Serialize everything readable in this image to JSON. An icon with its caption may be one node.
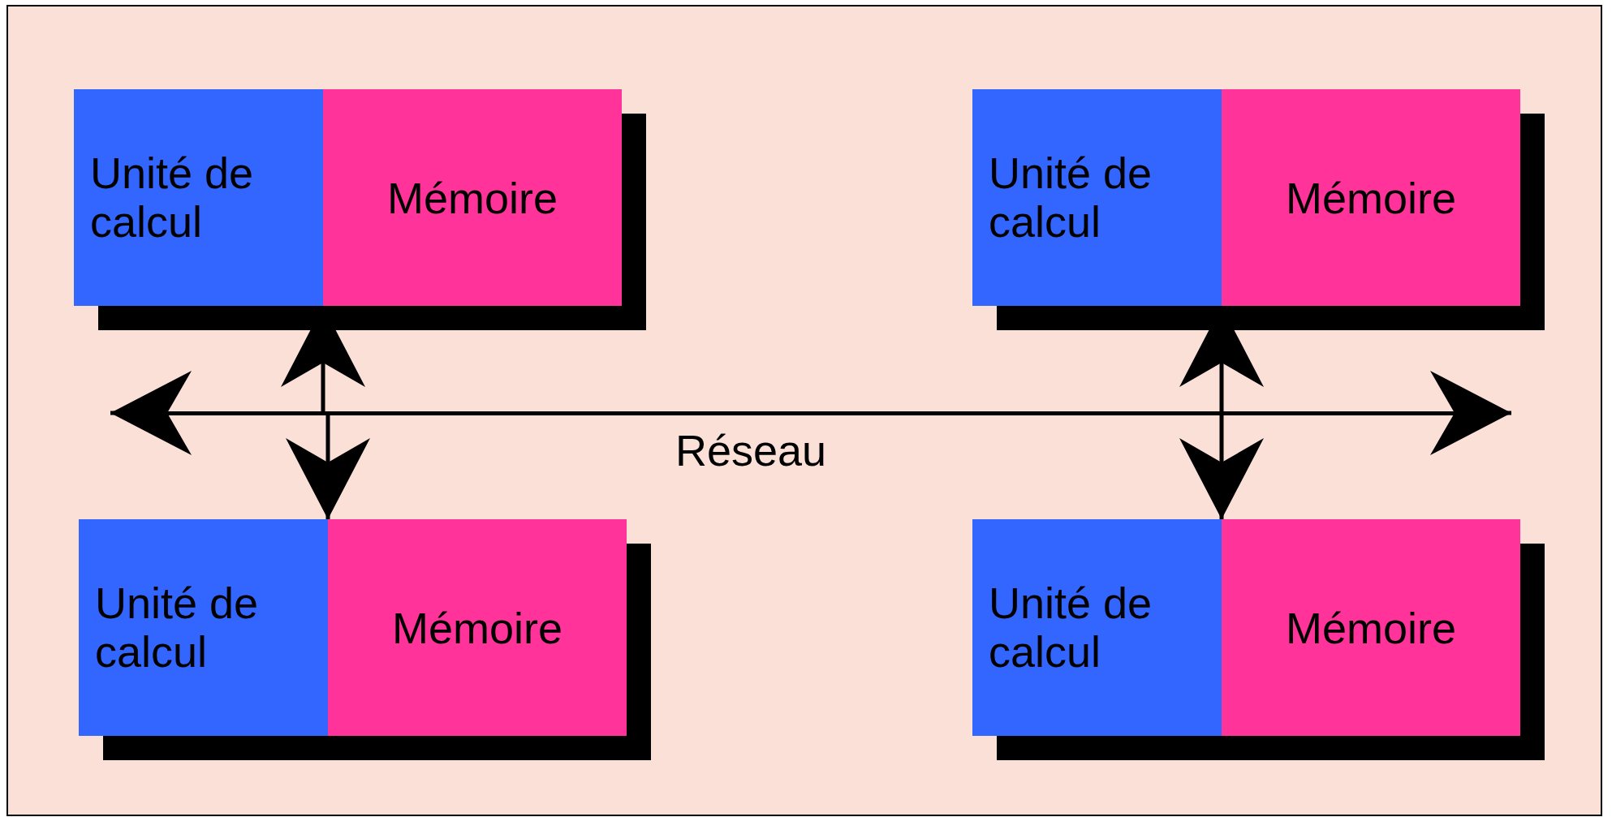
{
  "diagram": {
    "nodes": [
      {
        "text": [],
        "shape": "box"
      },
      {
        "text": [
          "Unité de calcul"
        ],
        "in": 0
      },
      {
        "text": [
          "Mémoire"
        ],
        "in": 0
      },
      {
        "text": [],
        "shape": "box"
      },
      {
        "text": [
          "Unité de calcul"
        ],
        "in": 3
      },
      {
        "text": [
          "Mémoire"
        ],
        "in": 3
      },
      {
        "text": [
          "Réseau"
        ]
      },
      {
        "text": [],
        "shape": "box"
      },
      {
        "text": [
          "Unité de calcul"
        ],
        "in": 7
      },
      {
        "text": [
          "Mémoire"
        ],
        "in": 7
      },
      {
        "text": [],
        "shape": "box"
      },
      {
        "text": [
          "Unité de calcul"
        ],
        "in": 10
      },
      {
        "text": [
          "Mémoire"
        ],
        "in": 10
      }
    ],
    "edges": [
      {
        "from": 6,
        "to": null,
        "arrow": "to"
      },
      {
        "from": 6,
        "to": null,
        "arrow": "to"
      },
      {
        "from": 6,
        "to": 0,
        "arrow": "to"
      },
      {
        "from": 6,
        "to": 3,
        "arrow": "to"
      },
      {
        "from": 6,
        "to": 7,
        "arrow": "to"
      },
      {
        "from": 6,
        "to": 10,
        "arrow": "to"
      }
    ]
  }
}
